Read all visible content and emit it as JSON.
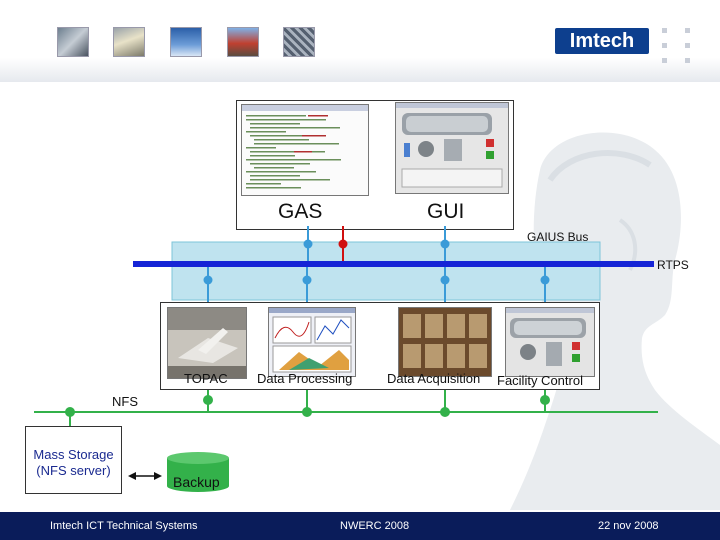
{
  "logo": {
    "text": "Imtech"
  },
  "labels": {
    "gas": "GAS",
    "gui": "GUI",
    "gaius_bus": "GAIUS Bus",
    "rtps": "RTPS",
    "topac": "TOPAC",
    "data_processing": "Data Processing",
    "data_acquisition": "Data Acquisition",
    "facility_control": "Facility Control",
    "nfs": "NFS",
    "mass_storage_line1": "Mass Storage",
    "mass_storage_line2": "(NFS server)",
    "backup": "Backup"
  },
  "footer": {
    "left": "Imtech ICT Technical Systems",
    "center": "NWERC 2008",
    "right": "22 nov 2008"
  },
  "colors": {
    "bus_blue": "#1524d6",
    "bus_band": "#bfe3ef",
    "node_blue": "#3a9bd8",
    "node_red": "#d01010",
    "nfs_green": "#33b14a",
    "footer_navy": "#0a1c5a"
  }
}
